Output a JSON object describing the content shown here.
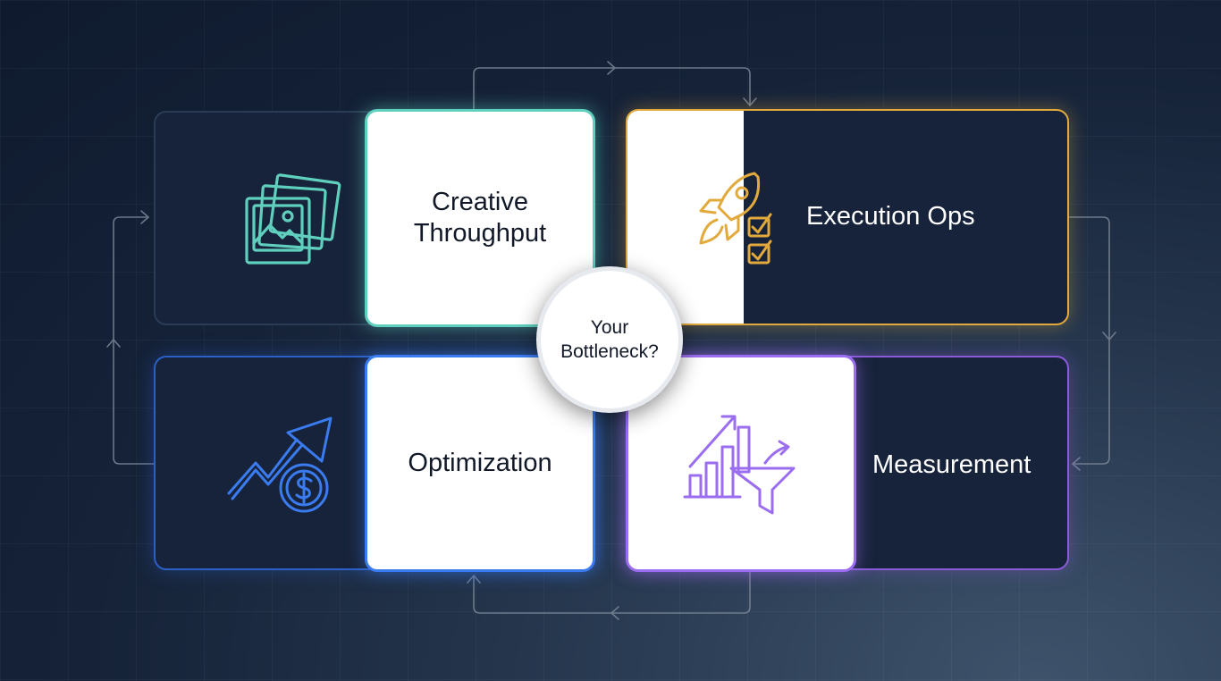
{
  "diagram": {
    "center_label": "Your Bottleneck?",
    "quadrants": [
      {
        "label": "Creative Throughput",
        "icon": "image-stack-icon",
        "accent": "#5fcfbe"
      },
      {
        "label": "Execution Ops",
        "icon": "rocket-checklist-icon",
        "accent": "#e2a93c"
      },
      {
        "label": "Optimization",
        "icon": "growth-dollar-icon",
        "accent": "#3a7bf0"
      },
      {
        "label": "Measurement",
        "icon": "chart-funnel-icon",
        "accent": "#9b6df0"
      }
    ],
    "connector_color": "#7b8798",
    "background": "#152238"
  }
}
